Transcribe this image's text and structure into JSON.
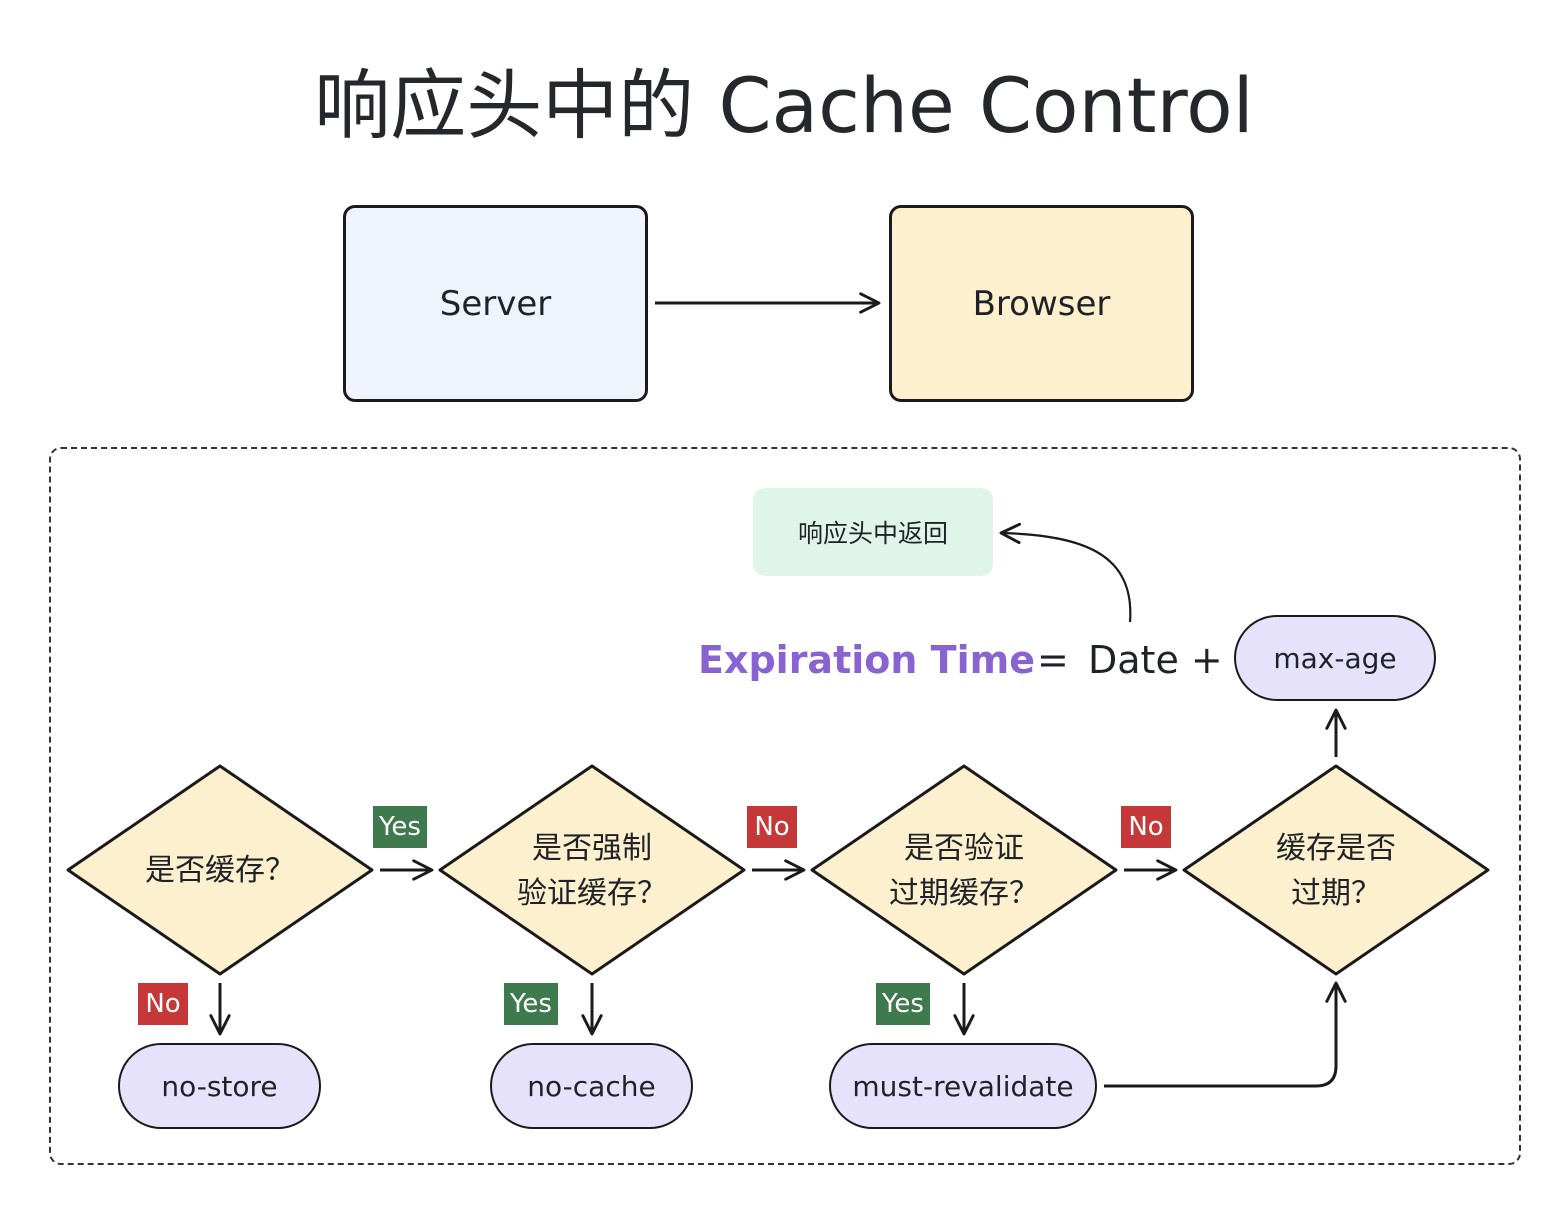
{
  "title": "响应头中的 Cache Control",
  "top_flow": {
    "source": "Server",
    "target": "Browser"
  },
  "note": "响应头中返回",
  "formula": {
    "label": "Expiration Time",
    "equals": "=",
    "prefix": "Date +",
    "term": "max-age"
  },
  "decisions": [
    {
      "line1": "是否缓存？",
      "line2": ""
    },
    {
      "line1": "是否强制",
      "line2": "验证缓存？"
    },
    {
      "line1": "是否验证",
      "line2": "过期缓存？"
    },
    {
      "line1": "缓存是否",
      "line2": "过期？"
    }
  ],
  "outcomes": {
    "no_store": "no-store",
    "no_cache": "no-cache",
    "must_revalidate": "must-revalidate"
  },
  "tags": {
    "d1_yes": "Yes",
    "d2_no": "No",
    "d3_no": "No",
    "d1_no": "No",
    "d2_yes": "Yes",
    "d3_yes": "Yes"
  },
  "colors": {
    "server_fill": "#eef3fc",
    "browser_fill": "#fdf0ce",
    "diamond_fill": "#fdf0ce",
    "pill_fill": "#e7e2fb",
    "note_fill": "#e0f5e9",
    "yes_tag": "#3e7a4d",
    "no_tag": "#c63837",
    "expiration_text": "#8a63d2"
  }
}
